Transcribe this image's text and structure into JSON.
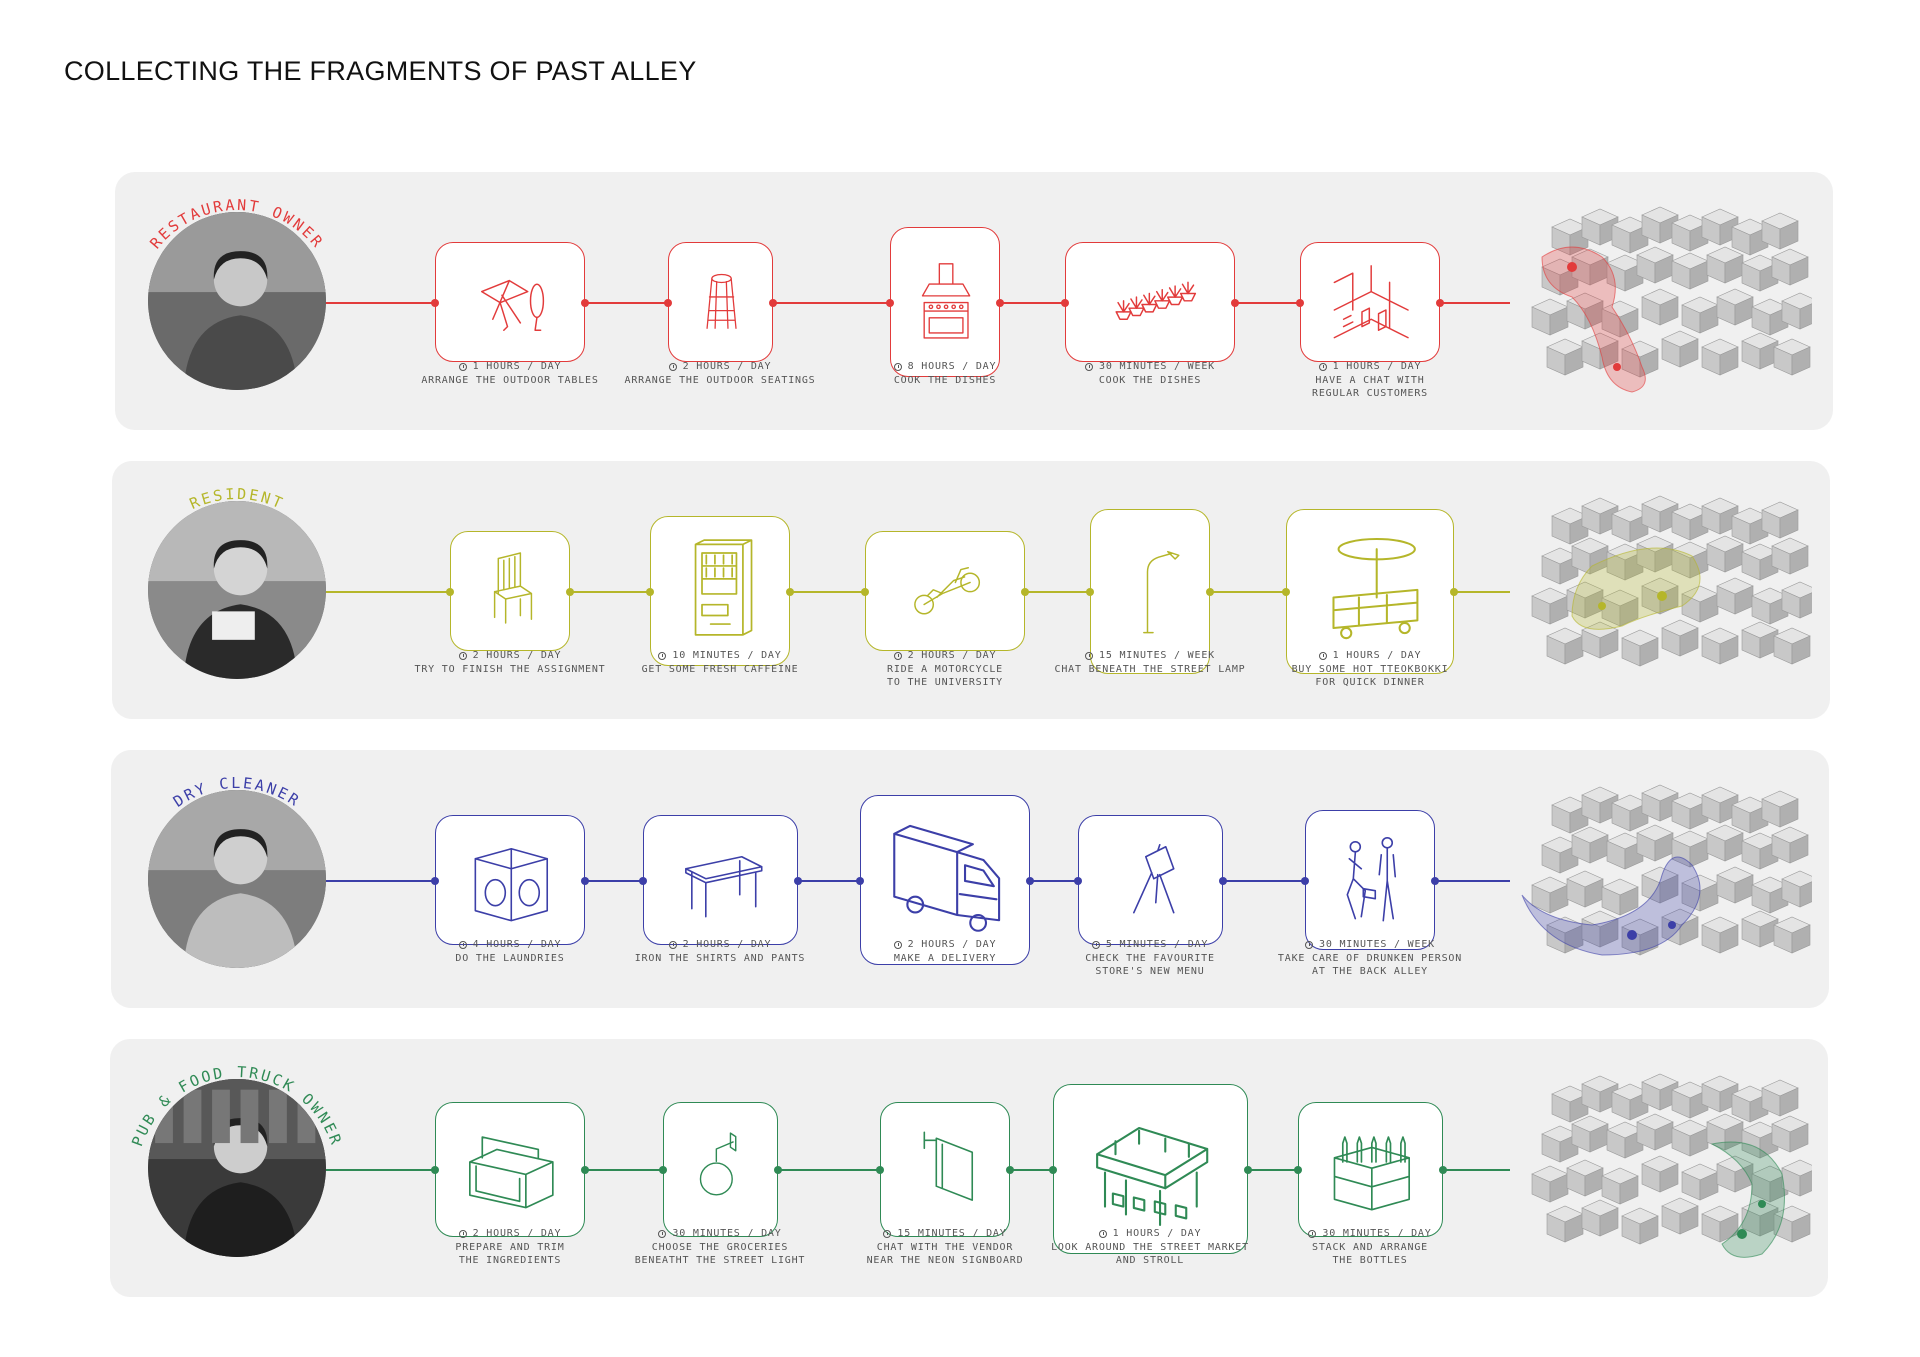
{
  "page": {
    "title": "COLLECTING THE FRAGMENTS OF PAST ALLEY"
  },
  "rows": [
    {
      "role": "RESTAURANT OWNER",
      "color": "#e23b3b",
      "activities": [
        {
          "time": "1 HOURS / DAY",
          "desc": "ARRANGE THE OUTDOOR TABLES",
          "icon": "folding-table-icon"
        },
        {
          "time": "2 HOURS / DAY",
          "desc": "ARRANGE THE OUTDOOR SEATINGS",
          "icon": "stool-icon"
        },
        {
          "time": "8 HOURS / DAY",
          "desc": "COOK THE DISHES",
          "icon": "stove-icon"
        },
        {
          "time": "30 MINUTES / WEEK",
          "desc": "COOK THE DISHES",
          "icon": "plants-icon"
        },
        {
          "time": "1 HOURS / DAY",
          "desc": "HAVE A CHAT WITH\nREGULAR CUSTOMERS",
          "icon": "street-scene-icon"
        }
      ]
    },
    {
      "role": "RESIDENT",
      "color": "#b5b62a",
      "activities": [
        {
          "time": "2 HOURS / DAY",
          "desc": "TRY TO FINISH THE ASSIGNMENT",
          "icon": "chair-icon"
        },
        {
          "time": "10 MINUTES / DAY",
          "desc": "GET SOME FRESH CAFFEINE",
          "icon": "vending-machine-icon"
        },
        {
          "time": "2 HOURS / DAY",
          "desc": "RIDE A MOTORCYCLE\nTO THE UNIVERSITY",
          "icon": "motorcycle-icon"
        },
        {
          "time": "15 MINUTES / WEEK",
          "desc": "CHAT BENEATH THE STREET LAMP",
          "icon": "street-lamp-icon"
        },
        {
          "time": "1 HOURS / DAY",
          "desc": "BUY SOME HOT TTEOKBOKKI\nFOR QUICK DINNER",
          "icon": "food-cart-icon"
        }
      ]
    },
    {
      "role": "DRY CLEANER",
      "color": "#3c3fa8",
      "activities": [
        {
          "time": "4 HOURS / DAY",
          "desc": "DO THE LAUNDRIES",
          "icon": "washing-machine-icon"
        },
        {
          "time": "2 HOURS / DAY",
          "desc": "IRON THE SHIRTS AND PANTS",
          "icon": "ironing-table-icon"
        },
        {
          "time": "2 HOURS / DAY",
          "desc": "MAKE A DELIVERY",
          "icon": "truck-icon"
        },
        {
          "time": "5 MINUTES / DAY",
          "desc": "CHECK THE FAVOURITE\nSTORE'S NEW MENU",
          "icon": "menu-board-icon"
        },
        {
          "time": "30 MINUTES / WEEK",
          "desc": "TAKE CARE OF DRUNKEN PERSON\nAT THE BACK ALLEY",
          "icon": "people-icon"
        }
      ]
    },
    {
      "role": "PUB & FOOD TRUCK OWNER",
      "color": "#2f8a55",
      "activities": [
        {
          "time": "2 HOURS / DAY",
          "desc": "PREPARE AND TRIM\nTHE INGREDIENTS",
          "icon": "counter-icon"
        },
        {
          "time": "30 MINUTES / DAY",
          "desc": "CHOOSE THE GROCERIES\nBENEATHT THE STREET LIGHT",
          "icon": "wall-lamp-icon"
        },
        {
          "time": "15 MINUTES / DAY",
          "desc": "CHAT WITH THE VENDOR\nNEAR THE NEON SIGNBOARD",
          "icon": "signboard-icon"
        },
        {
          "time": "1 HOURS / DAY",
          "desc": "LOOK AROUND THE STREET MARKET\nAND STROLL",
          "icon": "market-icon"
        },
        {
          "time": "30 MINUTES / DAY",
          "desc": "STACK AND ARRANGE\nTHE BOTTLES",
          "icon": "bottle-crate-icon"
        }
      ]
    }
  ]
}
